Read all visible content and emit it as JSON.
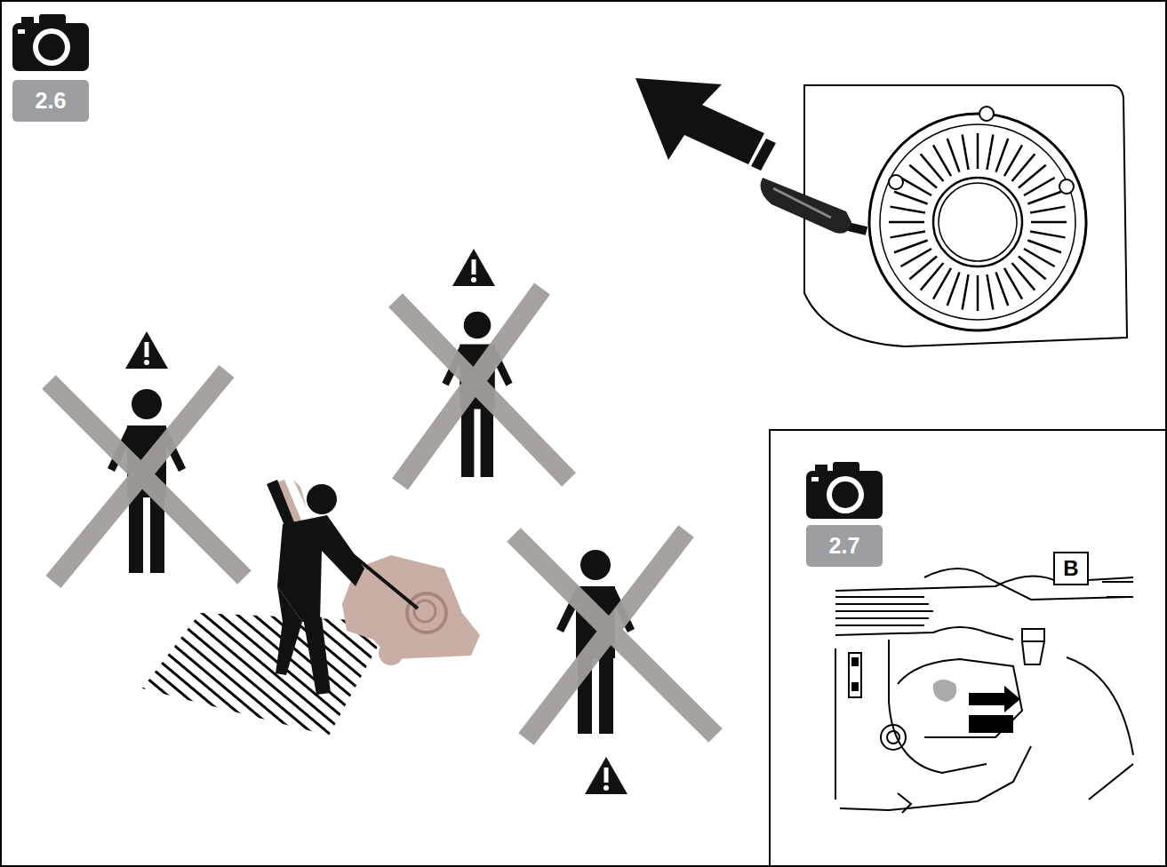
{
  "diagram": {
    "nodes": [
      {
        "text": [
          "2.6"
        ]
      },
      {
        "text": [
          "2.7"
        ]
      },
      {
        "text": [
          "B"
        ]
      }
    ]
  }
}
